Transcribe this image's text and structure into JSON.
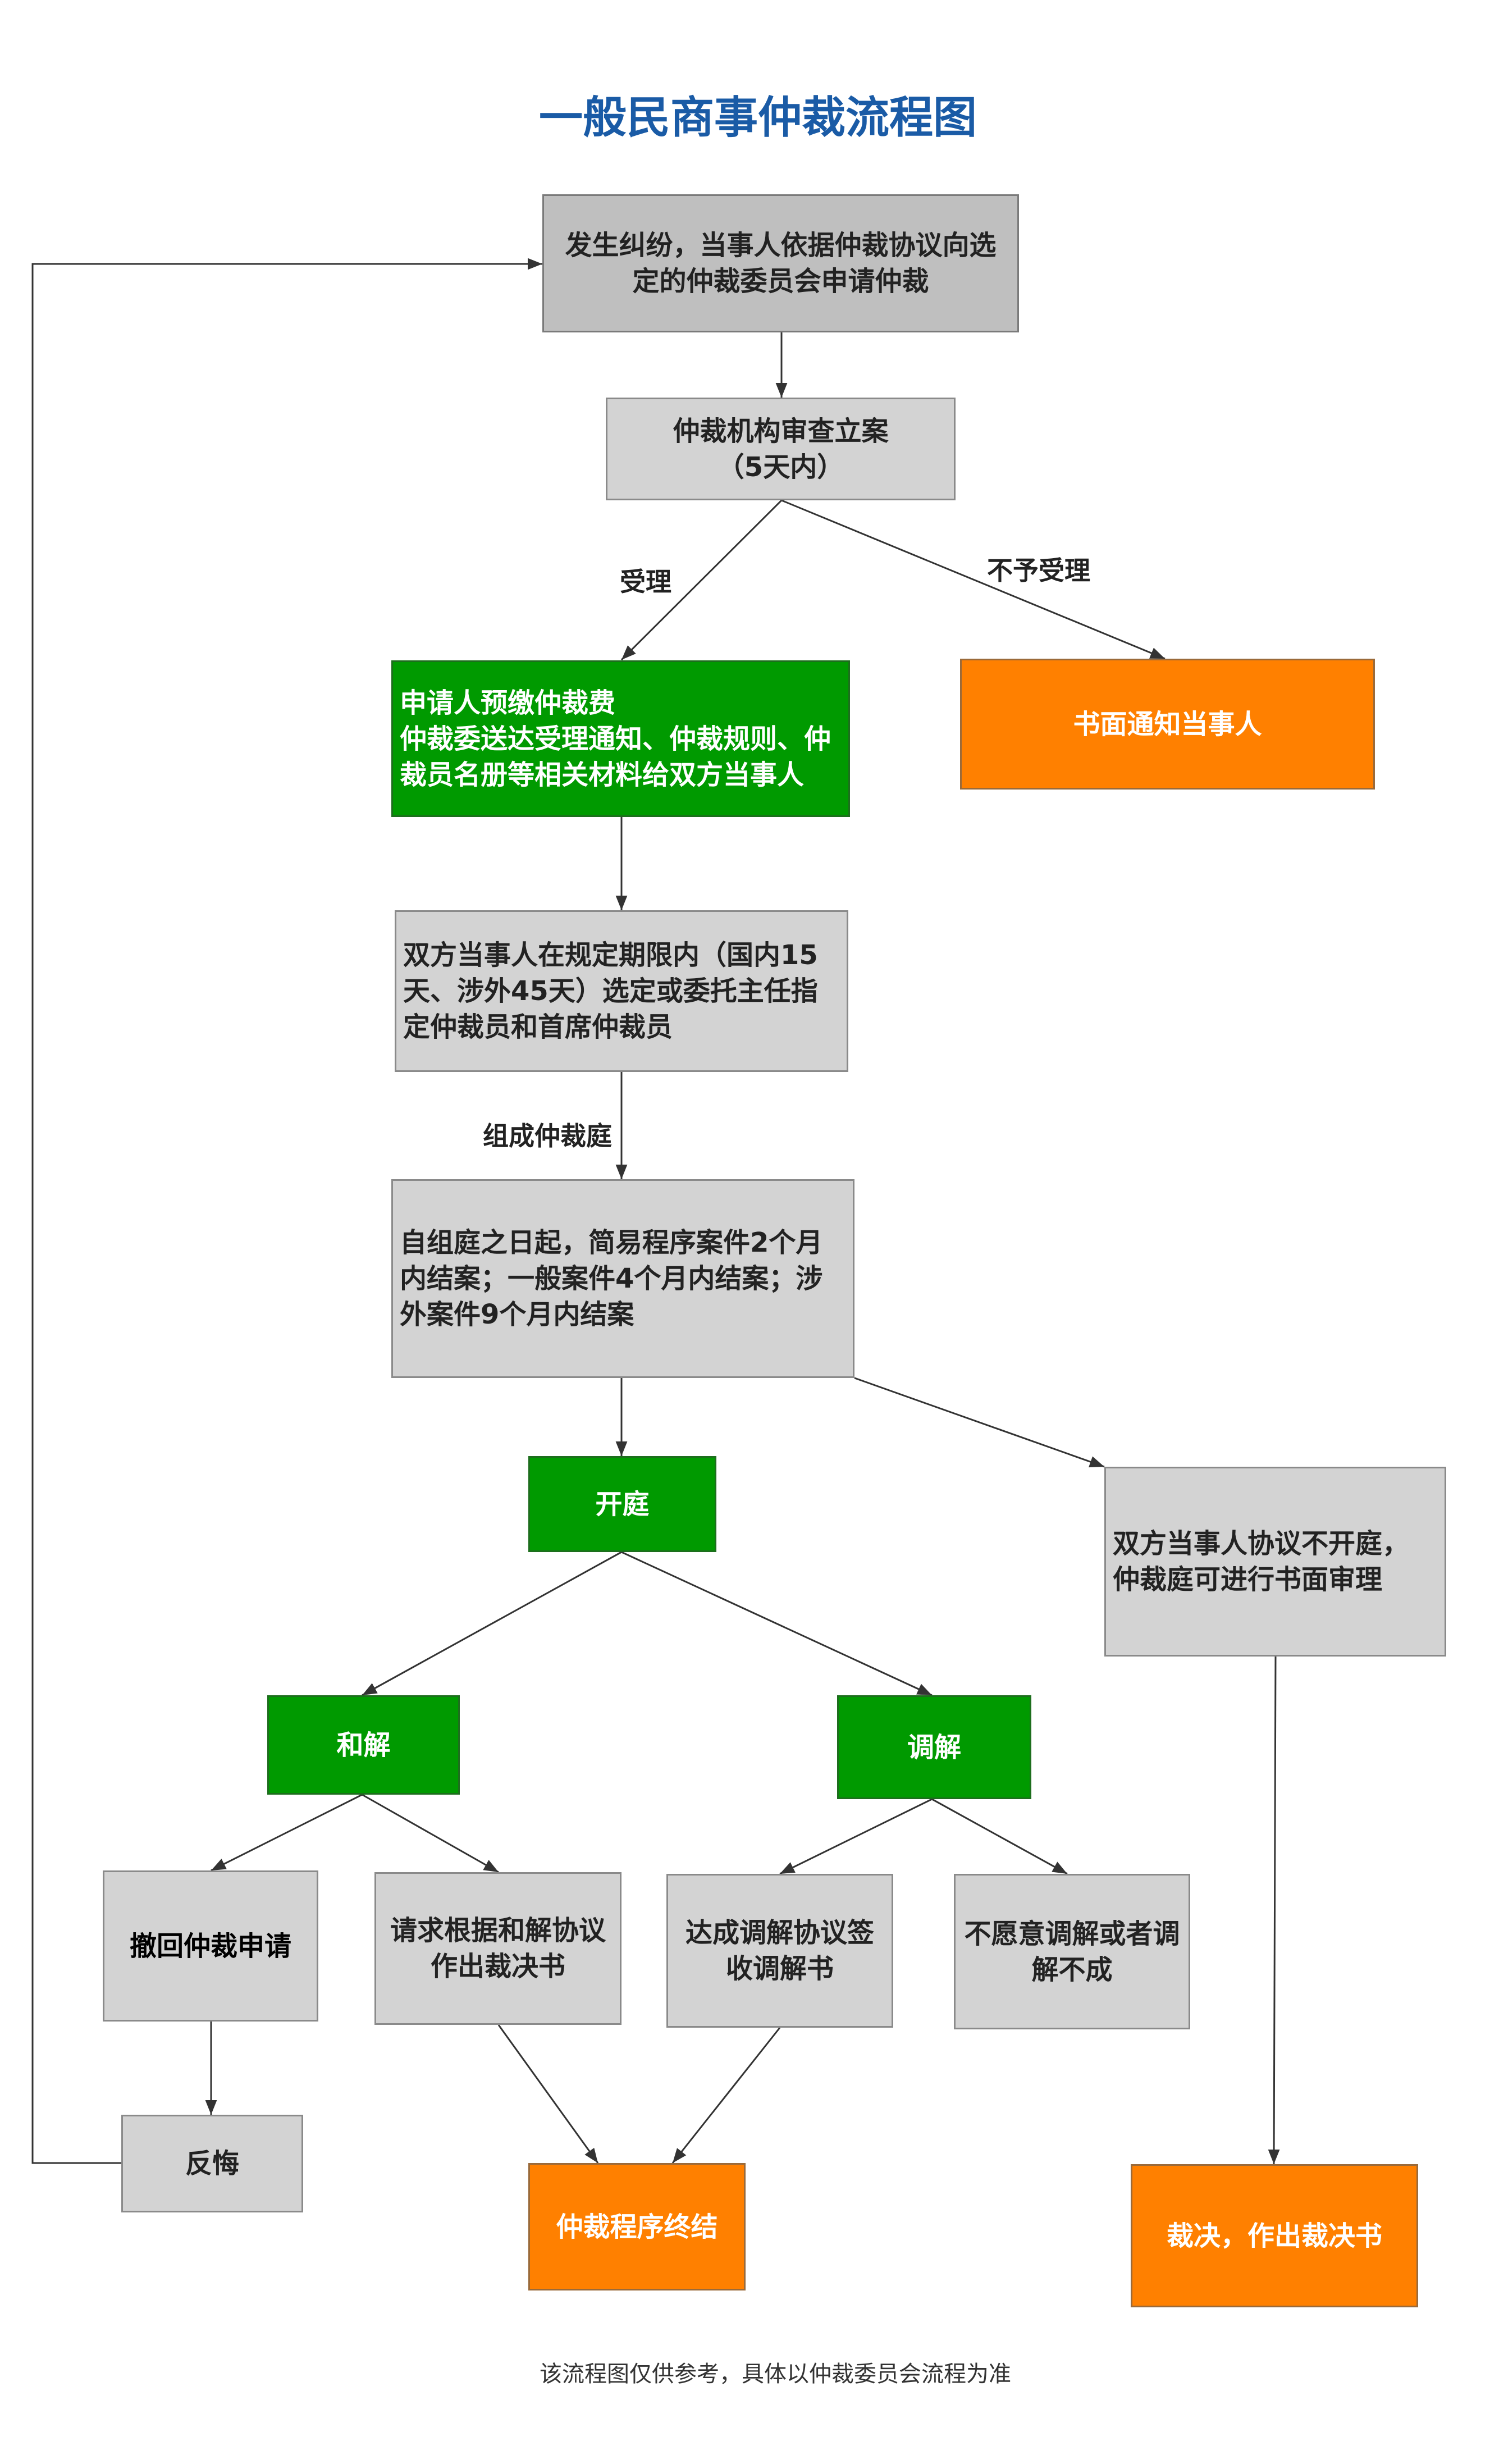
{
  "title": "一般民商事仲裁流程图",
  "colors": {
    "title_blue": "#1a5ba6",
    "box_gray_dark": "#bfbfbf",
    "box_gray": "#d3d3d3",
    "box_green": "#009a00",
    "box_orange": "#ff8000",
    "connector": "#333333"
  },
  "nodes": {
    "dispute": {
      "lines": [
        "发生纠纷，当事人依据仲裁协议向选",
        "定的仲裁委员会申请仲裁"
      ]
    },
    "review": {
      "lines": [
        "仲裁机构审查立案",
        "（5天内）"
      ]
    },
    "prepay": {
      "lines": [
        "申请人预缴仲裁费",
        "仲裁委送达受理通知、仲裁规则、仲",
        "裁员名册等相关材料给双方当事人"
      ]
    },
    "notify": {
      "lines": [
        "书面通知当事人"
      ]
    },
    "select_arbitrators": {
      "lines": [
        "双方当事人在规定期限内（国内15",
        "天、涉外45天）选定或委托主任指",
        "定仲裁员和首席仲裁员"
      ]
    },
    "deadline": {
      "lines": [
        "自组庭之日起，简易程序案件2个月",
        "内结案；一般案件4个月内结案；涉",
        "外案件9个月内结案"
      ]
    },
    "hearing": {
      "lines": [
        "开庭"
      ]
    },
    "written_review": {
      "lines": [
        "双方当事人协议不开庭，",
        "仲裁庭可进行书面审理"
      ]
    },
    "settlement": {
      "lines": [
        "和解"
      ]
    },
    "mediation": {
      "lines": [
        "调解"
      ]
    },
    "withdraw": {
      "lines": [
        "撤回仲裁申请"
      ]
    },
    "award_on_settlement": {
      "lines": [
        "请求根据和解协议",
        "作出裁决书"
      ]
    },
    "mediation_agreement": {
      "lines": [
        "达成调解协议签",
        "收调解书"
      ]
    },
    "mediation_failed": {
      "lines": [
        "不愿意调解或者调",
        "解不成"
      ]
    },
    "regret": {
      "lines": [
        "反悔"
      ]
    },
    "termination": {
      "lines": [
        "仲裁程序终结"
      ]
    },
    "award": {
      "lines": [
        "裁决，作出裁决书"
      ]
    }
  },
  "edge_labels": {
    "accept": "受理",
    "reject": "不予受理",
    "form_tribunal": "组成仲裁庭"
  },
  "footer": "该流程图仅供参考，具体以仲裁委员会流程为准"
}
